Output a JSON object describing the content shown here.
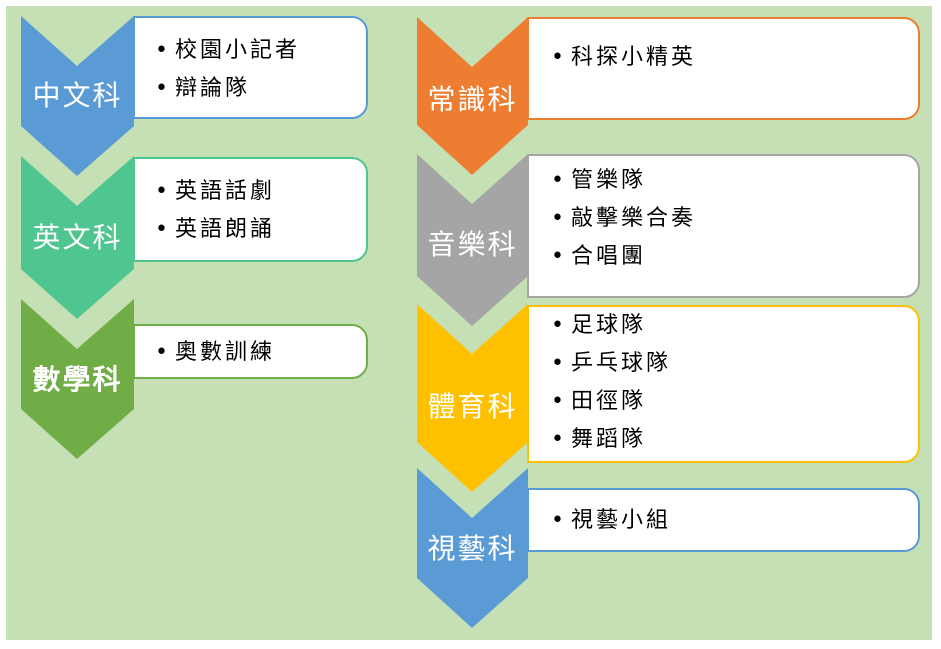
{
  "subjects": [
    {
      "label": "中文科",
      "color": "#5b9bd5",
      "border": "#5b9bd5",
      "items": [
        "校園小記者",
        "辯論隊"
      ]
    },
    {
      "label": "英文科",
      "color": "#4fc58f",
      "border": "#4fc58f",
      "items": [
        "英語話劇",
        "英語朗誦"
      ]
    },
    {
      "label": "數學科",
      "color": "#70ad47",
      "border": "#70ad47",
      "items": [
        "奧數訓練"
      ]
    },
    {
      "label": "常識科",
      "color": "#ed7d31",
      "border": "#ed7d31",
      "items": [
        "科探小精英"
      ]
    },
    {
      "label": "音樂科",
      "color": "#a5a5a5",
      "border": "#a5a5a5",
      "items": [
        "管樂隊",
        "敲擊樂合奏",
        "合唱團"
      ]
    },
    {
      "label": "體育科",
      "color": "#ffc000",
      "border": "#ffc000",
      "items": [
        "足球隊",
        "乒乓球隊",
        "田徑隊",
        "舞蹈隊"
      ]
    },
    {
      "label": "視藝科",
      "color": "#5b9bd5",
      "border": "#5b9bd5",
      "items": [
        "視藝小組"
      ]
    }
  ]
}
